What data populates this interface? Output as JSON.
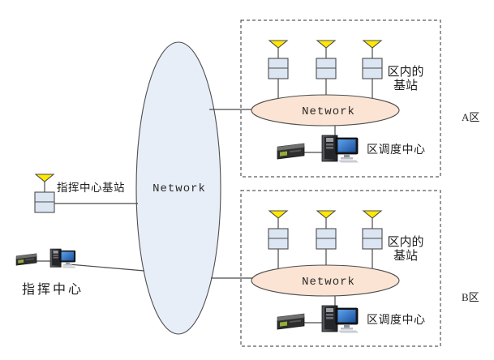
{
  "core": {
    "network_label": "Network"
  },
  "left": {
    "base_station_label": "指挥中心基站",
    "command_center_label": "指挥中心"
  },
  "zone_a": {
    "zone_label": "A区",
    "network_label": "Network",
    "inner_station_label_line1": "区内的",
    "inner_station_label_line2": "基站",
    "dispatch_center_label": "区调度中心"
  },
  "zone_b": {
    "zone_label": "B区",
    "network_label": "Network",
    "inner_station_label_line1": "区内的",
    "inner_station_label_line2": "基站",
    "dispatch_center_label": "区调度中心"
  },
  "colors": {
    "core_network_fill": "#e8eef7",
    "zone_network_fill": "#fbe4d4",
    "station_box_fill": "#dce5f2",
    "antenna_fill": "#ffe900",
    "connector": "#4a4a4a",
    "text": "#1f1f1f"
  }
}
